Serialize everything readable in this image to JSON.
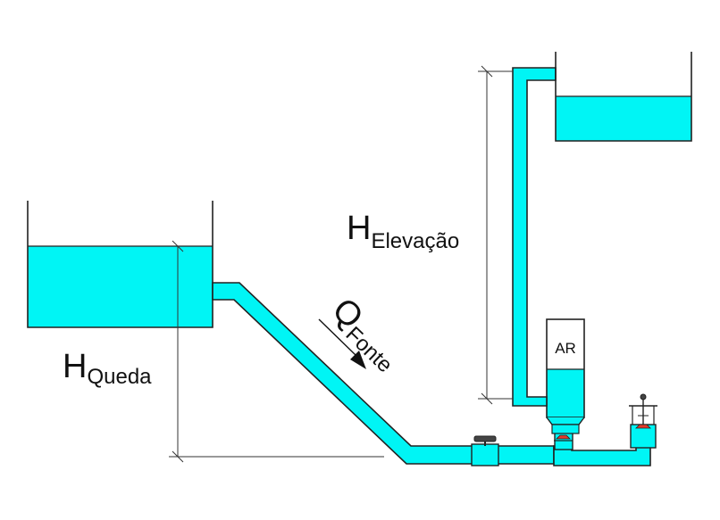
{
  "labels": {
    "h_queda_main": "H",
    "h_queda_sub": "Queda",
    "h_elevacao_main": "H",
    "h_elevacao_sub": "Elevação",
    "q_fonte_main": "Q",
    "q_fonte_sub": "Fonte",
    "air_chamber": "AR"
  },
  "colors": {
    "water": "#00f5f5",
    "outline": "#222222",
    "dim_line": "#333333",
    "valve_red": "#e23a2a",
    "background": "#ffffff"
  }
}
